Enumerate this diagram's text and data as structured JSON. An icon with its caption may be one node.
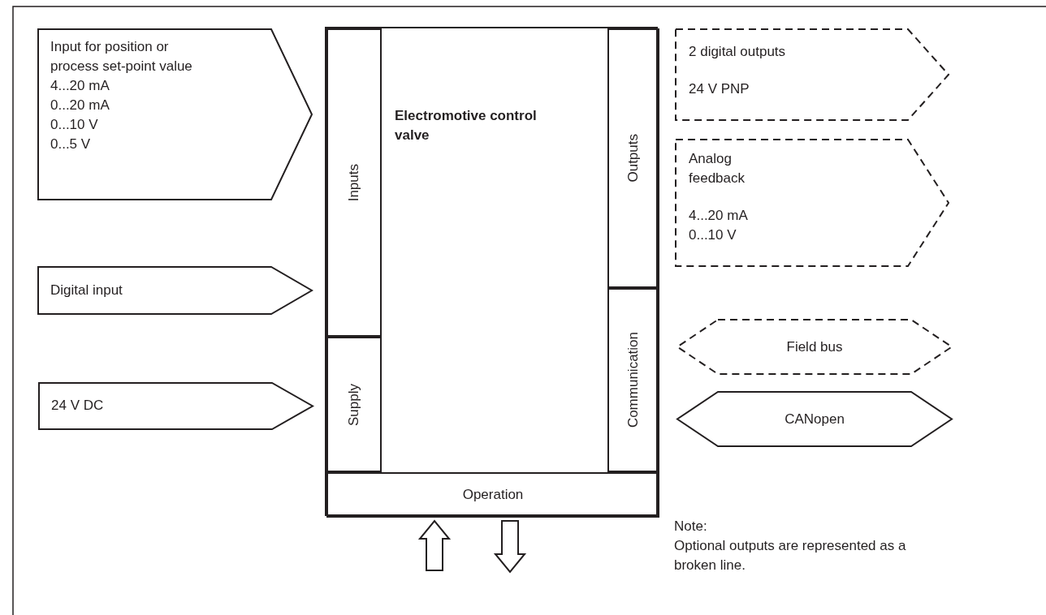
{
  "diagram": {
    "nodes": [
      {
        "text": [
          "Electromotive control valve"
        ]
      },
      {
        "text": [
          "Inputs"
        ],
        "in": 0
      },
      {
        "text": [
          "Supply"
        ],
        "in": 0
      },
      {
        "text": [
          "Outputs"
        ],
        "in": 0
      },
      {
        "text": [
          "Communication"
        ],
        "in": 0
      },
      {
        "text": [
          "Operation"
        ],
        "in": 0
      },
      {
        "text": [
          "Input for position or process set-point value",
          "4...20 mA",
          "0...20 mA",
          "0...10 V",
          "0...5 V"
        ]
      },
      {
        "text": [
          "Digital input"
        ]
      },
      {
        "text": [
          "24 V DC"
        ]
      },
      {
        "text": [
          "2 digital outputs",
          "24 V PNP"
        ]
      },
      {
        "text": [
          "Analog feedback",
          "4...20 mA",
          "0...10 V"
        ]
      },
      {
        "text": [
          "Field bus"
        ]
      },
      {
        "text": [
          "CANopen"
        ]
      }
    ],
    "edges": [
      {
        "from": null,
        "to": 5,
        "arrow": "to"
      },
      {
        "from": 5,
        "to": null,
        "arrow": "to"
      }
    ],
    "labels": [
      "Note:",
      "Optional outputs are represented as a broken line."
    ]
  }
}
